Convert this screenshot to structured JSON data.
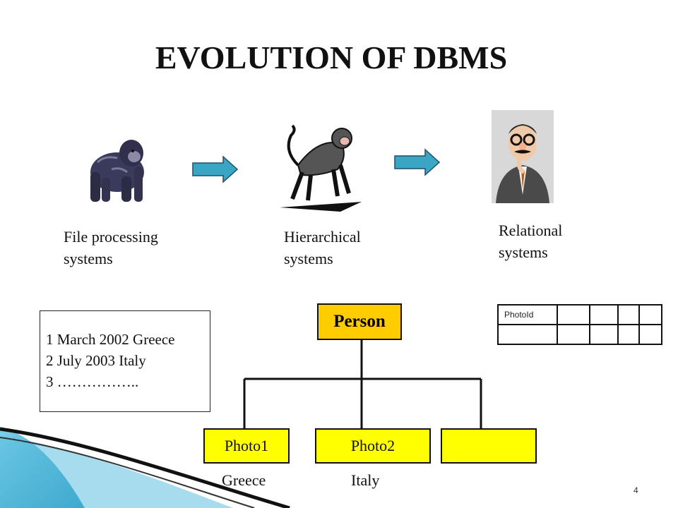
{
  "title": "EVOLUTION OF DBMS",
  "stages": [
    {
      "label_line1": "File processing",
      "label_line2": "systems",
      "icon": "gorilla-icon"
    },
    {
      "label_line1": "Hierarchical",
      "label_line2": "systems",
      "icon": "monkey-icon"
    },
    {
      "label_line1": "Relational",
      "label_line2": "systems",
      "icon": "disguised-man-icon"
    }
  ],
  "file_box": {
    "lines": [
      "1 March 2002 Greece",
      "2 July 2003 Italy",
      "3 …………….."
    ]
  },
  "hierarchy": {
    "root": "Person",
    "children": [
      "Photo1",
      "Photo2",
      ""
    ],
    "countries": [
      "Greece",
      "Italy"
    ]
  },
  "relational_table": {
    "header": "PhotoId"
  },
  "colors": {
    "root_fill": "#ffcc00",
    "child_fill": "#ffff00",
    "arrow": "#3ba6c4",
    "corner_accent": "#2aa3c9"
  },
  "page_number": "4"
}
